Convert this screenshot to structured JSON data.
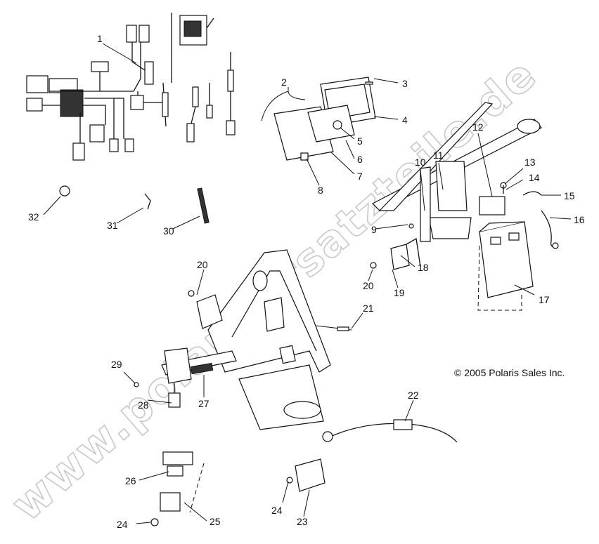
{
  "watermark": "www.polarisersatzteile.de",
  "copyright": "© 2005 Polaris Sales Inc.",
  "callouts": [
    "1",
    "2",
    "3",
    "4",
    "5",
    "6",
    "7",
    "8",
    "9",
    "10",
    "11",
    "12",
    "13",
    "14",
    "15",
    "16",
    "17",
    "18",
    "19",
    "20",
    "20",
    "21",
    "22",
    "23",
    "24",
    "24",
    "25",
    "26",
    "27",
    "28",
    "29",
    "30",
    "31",
    "32"
  ]
}
